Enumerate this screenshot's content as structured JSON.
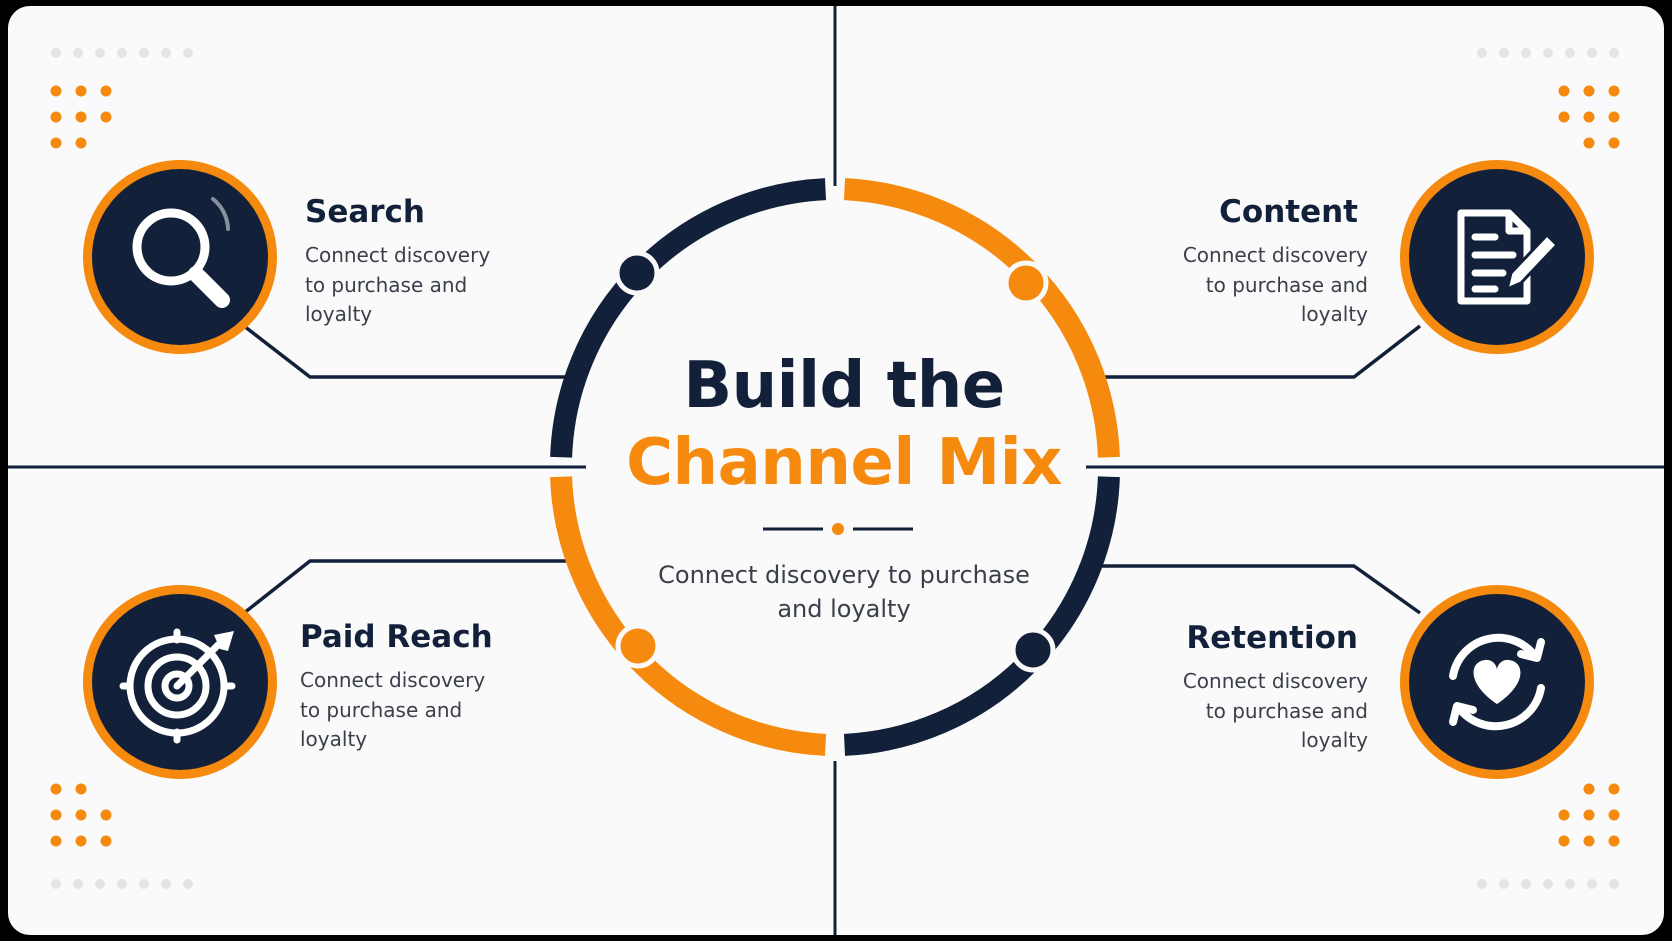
{
  "title": {
    "line1": "Build the",
    "line2": "Channel Mix"
  },
  "subtitle": "Connect discovery to purchase and loyalty",
  "channels": [
    {
      "name": "Search",
      "description": "Connect discovery to purchase and loyalty",
      "icon": "magnifier-icon"
    },
    {
      "name": "Content",
      "description": "Connect discovery to purchase and loyalty",
      "icon": "document-pencil-icon"
    },
    {
      "name": "Paid Reach",
      "description": "Connect discovery to purchase and loyalty",
      "icon": "target-arrow-icon"
    },
    {
      "name": "Retention",
      "description": "Connect discovery to purchase and loyalty",
      "icon": "heart-cycle-icon"
    }
  ],
  "colors": {
    "navy": "#12203a",
    "orange": "#f58a0e",
    "background": "#fafafa"
  }
}
